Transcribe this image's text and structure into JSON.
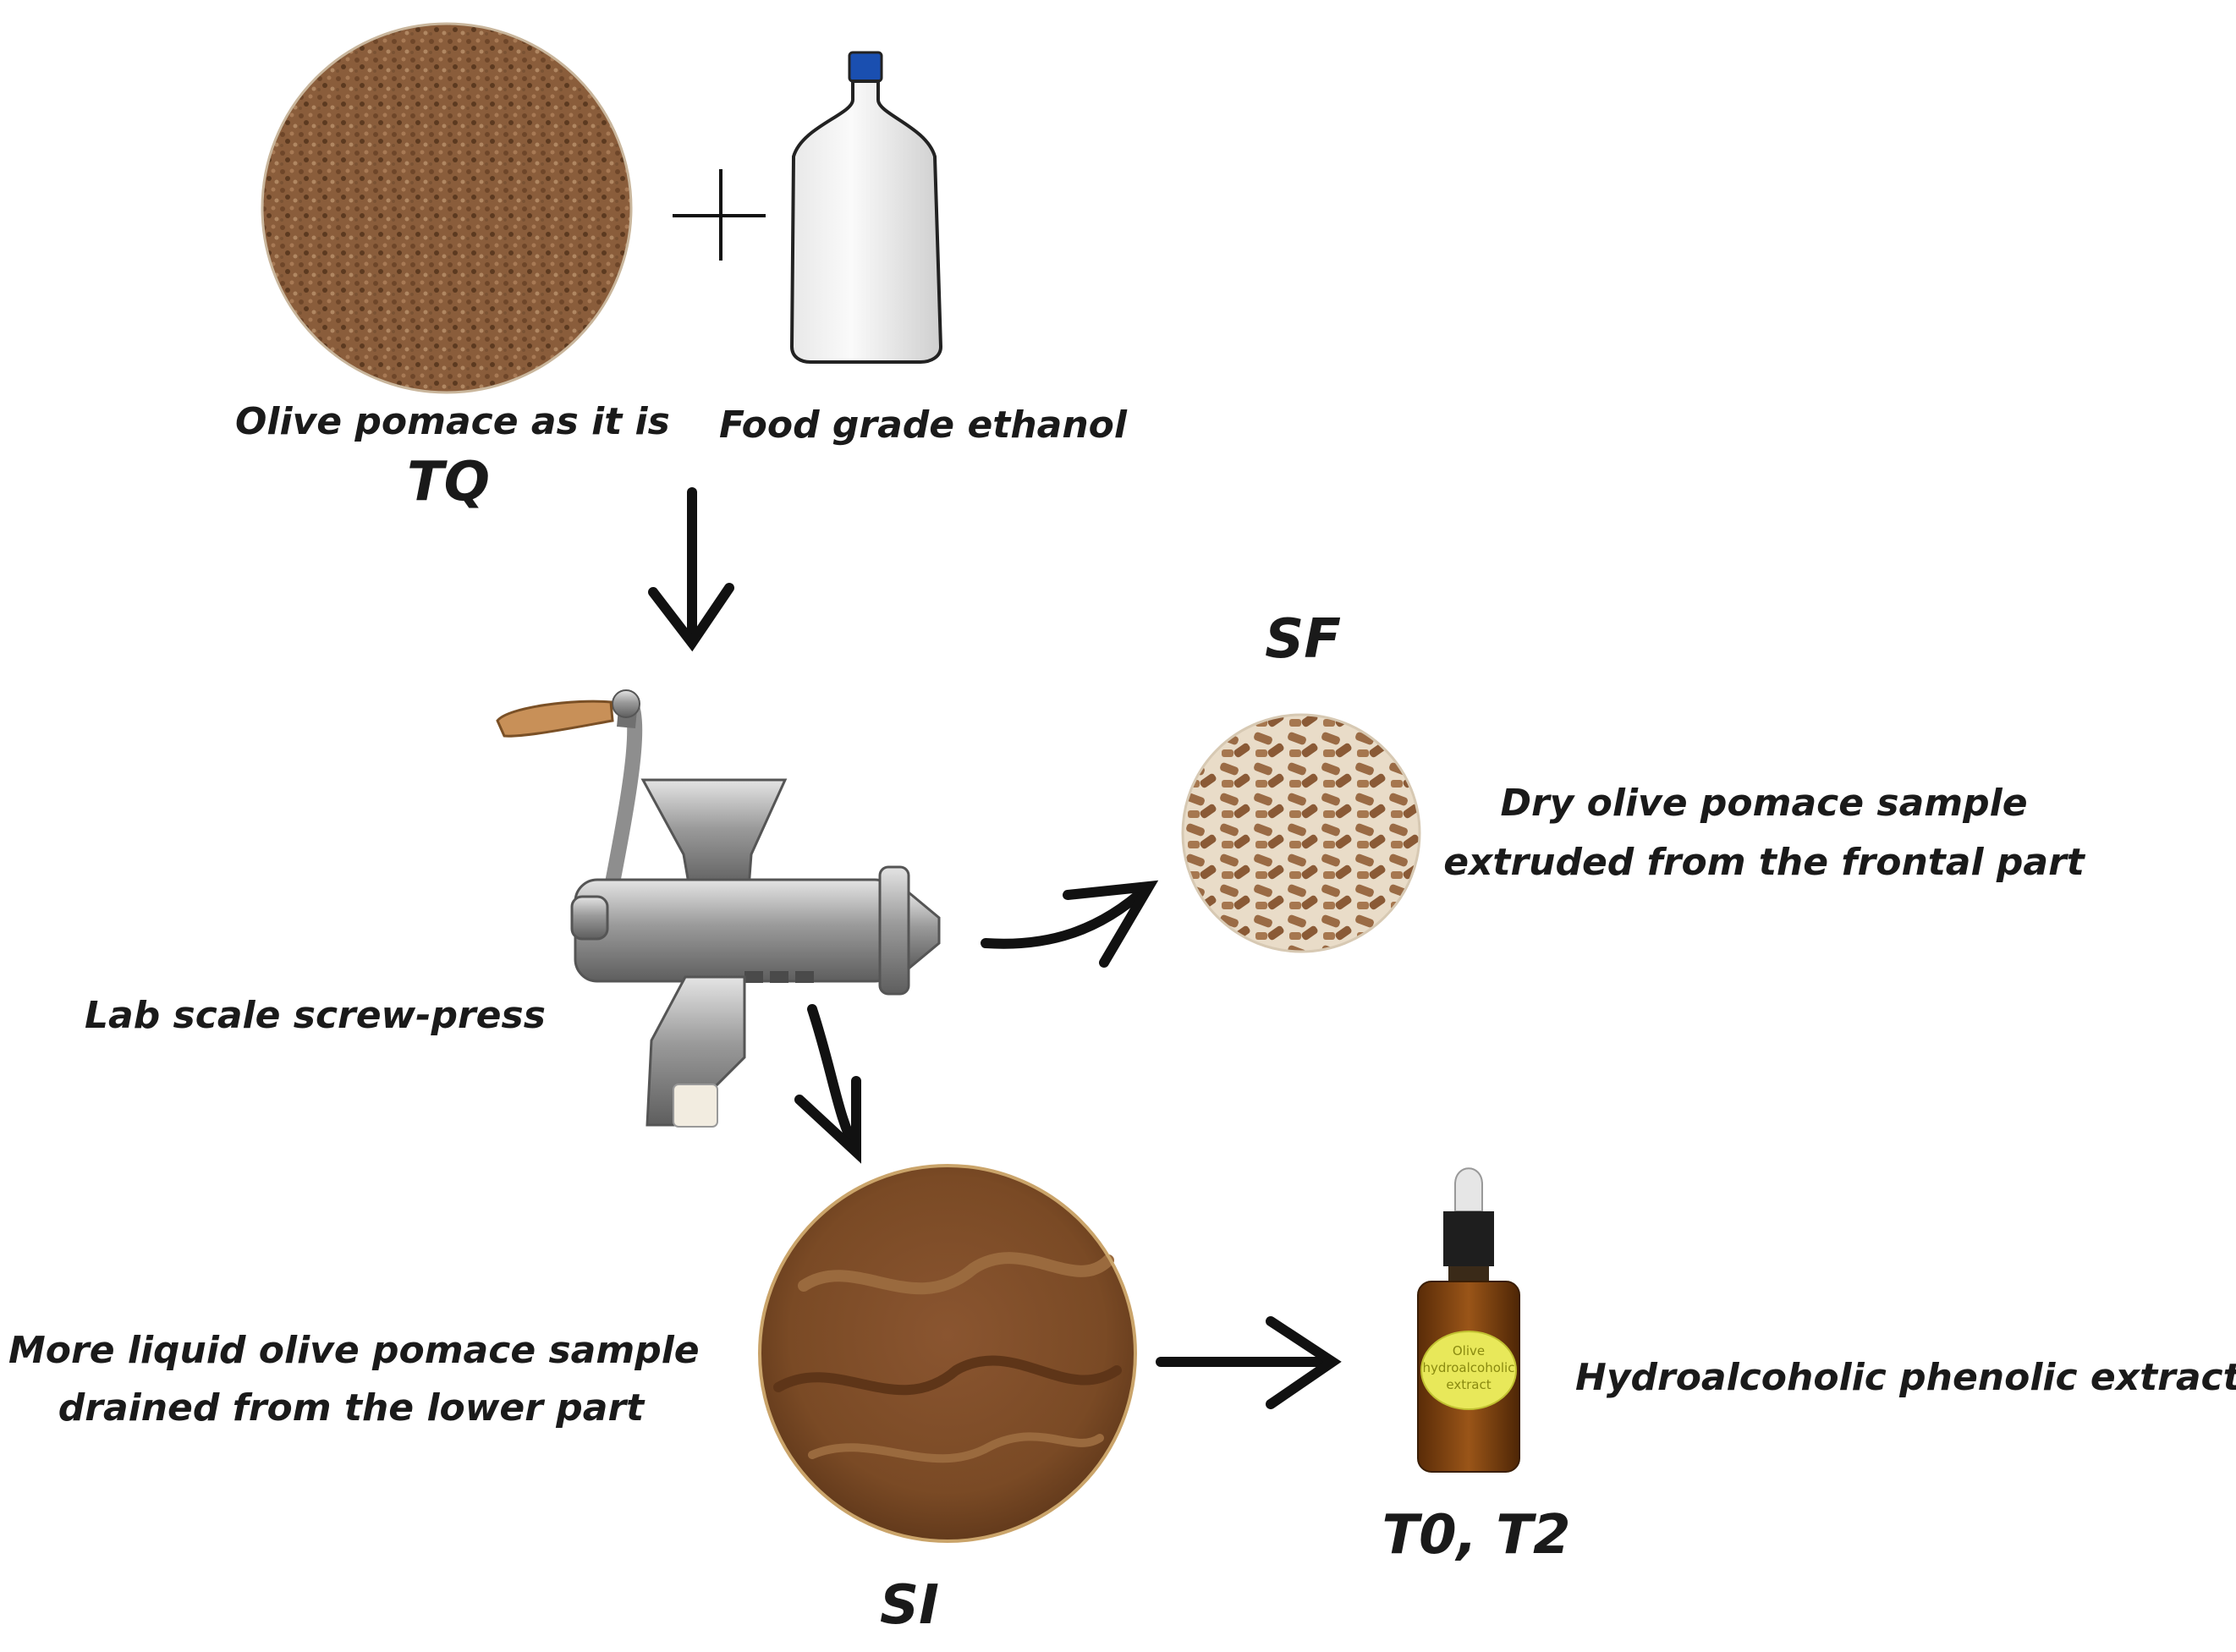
{
  "labels": {
    "olive_pomace": "Olive pomace as it is",
    "tq": "TQ",
    "ethanol": "Food grade ethanol",
    "sf": "SF",
    "sf_desc_line1": "Dry olive pomace sample",
    "sf_desc_line2": "extruded from the frontal part",
    "screw_press": "Lab scale screw-press",
    "si_desc_line1": "More liquid olive pomace sample",
    "si_desc_line2": "drained from the lower part",
    "si": "SI",
    "extract": "Hydroalcoholic phenolic extract",
    "t0t2": "T0, T2"
  },
  "bottle_label": {
    "line1": "Olive",
    "line2": "hydroalcoholic",
    "line3": "extract"
  },
  "colors": {
    "pomace_brown": "#8a5d3b",
    "slurry_brown": "#7a4a25",
    "pellet_brown": "#9a6b45",
    "amber_glass": "#8a4a12",
    "cap_blue": "#1a4fb0",
    "steel": "#b8b8b8",
    "wood_handle": "#c89058",
    "label_yellow": "#e8e85a",
    "arrow": "#111111"
  }
}
